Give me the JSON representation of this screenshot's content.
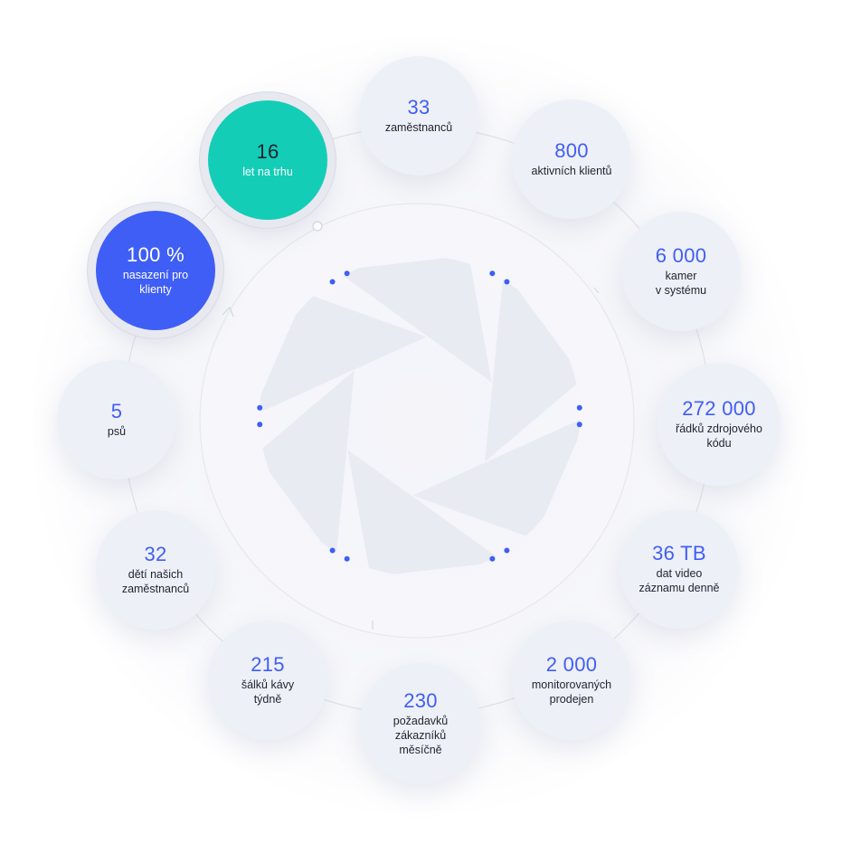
{
  "stats": [
    {
      "value": "33",
      "label": "zaměstnanců"
    },
    {
      "value": "800",
      "label": "aktivních klientů"
    },
    {
      "value": "6 000",
      "label": "kamer\nv systému"
    },
    {
      "value": "272 000",
      "label": "řádků zdrojového\nkódu"
    },
    {
      "value": "36 TB",
      "label": "dat video\nzáznamu denně"
    },
    {
      "value": "2 000",
      "label": "monitorovaných\nprodejen"
    },
    {
      "value": "230",
      "label": "požadavků\nzákazníků\nměsíčně"
    },
    {
      "value": "215",
      "label": "šálků kávy\ntýdně"
    },
    {
      "value": "32",
      "label": "dětí našich\nzaměstnanců"
    },
    {
      "value": "5",
      "label": "psů"
    },
    {
      "value": "100 %",
      "label": "nasazení pro\nklienty"
    },
    {
      "value": "16",
      "label": "let na trhu"
    }
  ],
  "colors": {
    "accent": "#3f5ef5",
    "teal": "#14cdb6",
    "circle_bg": "#eef0f7",
    "aperture": "#e9ebf3"
  },
  "icons": {
    "center": "camera-aperture-icon"
  }
}
